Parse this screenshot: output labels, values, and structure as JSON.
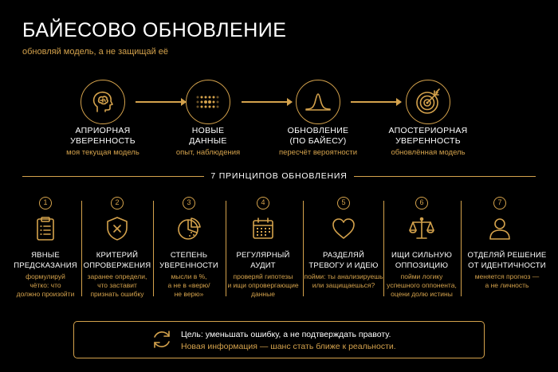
{
  "header": {
    "title": "БАЙЕСОВО ОБНОВЛЕНИЕ",
    "subtitle": "обновляй модель, а не защищай её"
  },
  "flow": [
    {
      "label_line1": "АПРИОРНАЯ",
      "label_line2": "УВЕРЕННОСТЬ",
      "sub": "моя текущая модель",
      "icon": "head-brain-icon"
    },
    {
      "label_line1": "НОВЫЕ",
      "label_line2": "ДАННЫЕ",
      "sub": "опыт, наблюдения",
      "icon": "dots-grid-icon"
    },
    {
      "label_line1": "ОБНОВЛЕНИЕ",
      "label_line2": "(ПО БАЙЕСУ)",
      "sub": "пересчёт вероятности",
      "icon": "bell-curve-icon"
    },
    {
      "label_line1": "АПОСТЕРИОРНАЯ",
      "label_line2": "УВЕРЕННОСТЬ",
      "sub": "обновлённая модель",
      "icon": "target-arrow-icon"
    }
  ],
  "principles_heading": "7 ПРИНЦИПОВ ОБНОВЛЕНИЯ",
  "principles": [
    {
      "num": "1",
      "title_line1": "ЯВНЫЕ",
      "title_line2": "ПРЕДСКАЗАНИЯ",
      "desc_line1": "формулируй",
      "desc_line2": "чётко: что",
      "desc_line3": "должно произойти",
      "icon": "clipboard-icon"
    },
    {
      "num": "2",
      "title_line1": "КРИТЕРИЙ",
      "title_line2": "ОПРОВЕРЖЕНИЯ",
      "desc_line1": "заранее определи,",
      "desc_line2": "что заставит",
      "desc_line3": "признать ошибку",
      "icon": "shield-x-icon"
    },
    {
      "num": "3",
      "title_line1": "СТЕПЕНЬ",
      "title_line2": "УВЕРЕННОСТИ",
      "desc_line1": "мысли в %,",
      "desc_line2": "а не в «верю/",
      "desc_line3": "не верю»",
      "icon": "pie-chart-icon"
    },
    {
      "num": "4",
      "title_line1": "РЕГУЛЯРНЫЙ",
      "title_line2": "АУДИТ",
      "desc_line1": "проверяй гипотезы",
      "desc_line2": "и ищи опровергающие",
      "desc_line3": "данные",
      "icon": "calendar-icon"
    },
    {
      "num": "5",
      "title_line1": "РАЗДЕЛЯЙ",
      "title_line2": "ТРЕВОГУ И ИДЕЮ",
      "desc_line1": "пойми: ты анализируешь",
      "desc_line2": "или защищаешься?",
      "desc_line3": "",
      "icon": "heart-icon"
    },
    {
      "num": "6",
      "title_line1": "ИЩИ СИЛЬНУЮ",
      "title_line2": "ОППОЗИЦИЮ",
      "desc_line1": "пойми логику",
      "desc_line2": "успешного оппонента,",
      "desc_line3": "оцени долю истины",
      "icon": "scales-icon"
    },
    {
      "num": "7",
      "title_line1": "ОТДЕЛЯЙ РЕШЕНИЕ",
      "title_line2": "ОТ ИДЕНТИЧНОСТИ",
      "desc_line1": "меняется прогноз —",
      "desc_line2": "а не личность",
      "desc_line3": "",
      "icon": "person-icon"
    }
  ],
  "goal": {
    "line1": "Цель: уменьшать ошибку, а не подтверждать правоту.",
    "line2": "Новая информация — шанс стать ближе к реальности.",
    "icon": "refresh-icon"
  },
  "colors": {
    "accent": "#d4a24c",
    "background": "#000000",
    "text": "#ffffff"
  }
}
